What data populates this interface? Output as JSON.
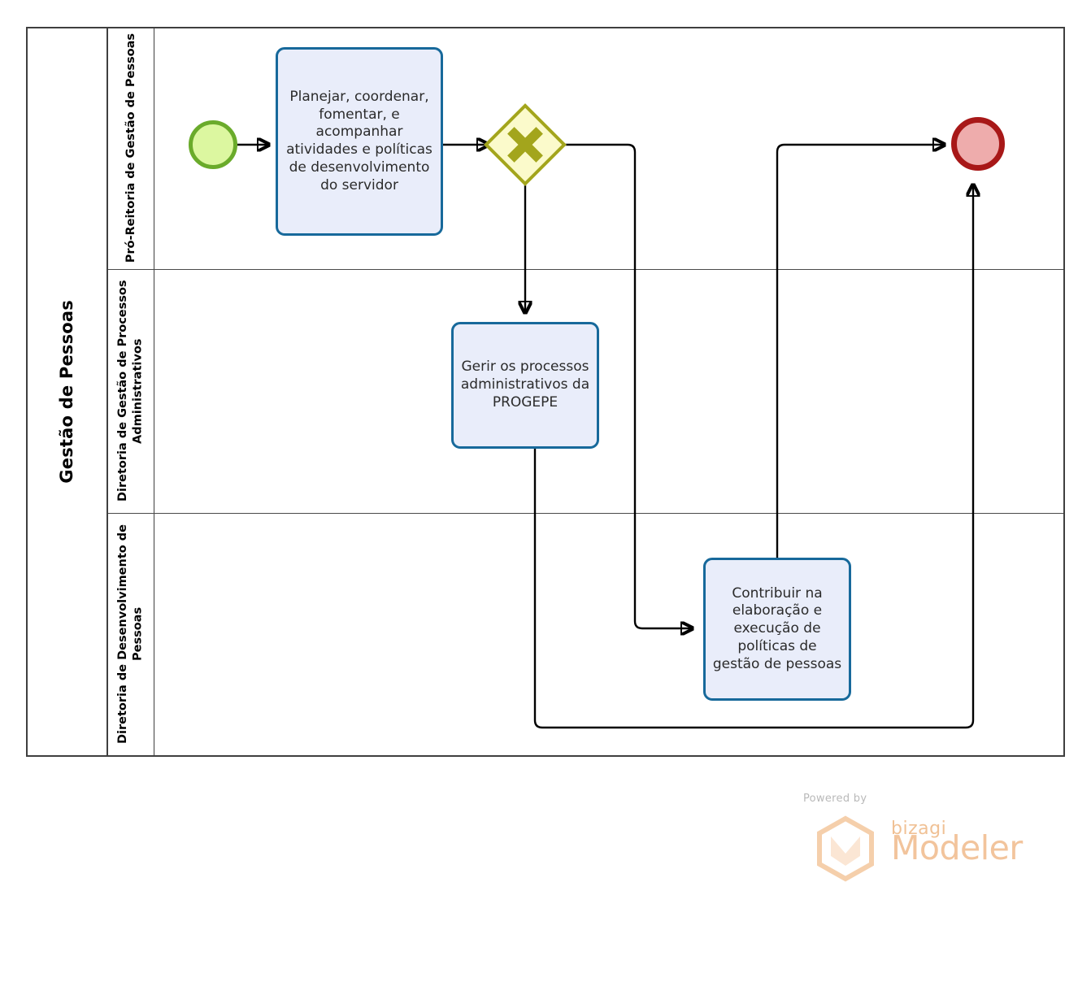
{
  "diagram": {
    "type": "bpmn-process",
    "pool": {
      "name": "Gestão de Pessoas"
    },
    "lanes": [
      {
        "id": "lane-1",
        "name": "Pró-Reitoria de Gestão de Pessoas"
      },
      {
        "id": "lane-2",
        "name": "Diretoria de Gestão de Processos Administrativos"
      },
      {
        "id": "lane-3",
        "name": "Diretoria de Desenvolvimento de Pessoas"
      }
    ],
    "nodes": [
      {
        "id": "start-event",
        "kind": "start-event",
        "lane": "lane-1",
        "label": ""
      },
      {
        "id": "task-planejar",
        "kind": "task",
        "lane": "lane-1",
        "label": "Planejar, coordenar, fomentar, e acompanhar atividades e políticas de desenvolvimento do servidor"
      },
      {
        "id": "gateway-parallel",
        "kind": "parallel-gateway",
        "lane": "lane-1",
        "label": ""
      },
      {
        "id": "task-gerir",
        "kind": "task",
        "lane": "lane-2",
        "label": "Gerir os processos administrativos da PROGEPE"
      },
      {
        "id": "task-contribuir",
        "kind": "task",
        "lane": "lane-3",
        "label": "Contribuir na elaboração e execução de políticas de gestão de pessoas"
      },
      {
        "id": "end-event",
        "kind": "end-event",
        "lane": "lane-1",
        "label": ""
      }
    ],
    "flows": [
      {
        "id": "flow-1",
        "from": "start-event",
        "to": "task-planejar",
        "label": ""
      },
      {
        "id": "flow-2",
        "from": "task-planejar",
        "to": "gateway-parallel",
        "label": ""
      },
      {
        "id": "flow-3",
        "from": "gateway-parallel",
        "to": "task-gerir",
        "label": ""
      },
      {
        "id": "flow-4",
        "from": "gateway-parallel",
        "to": "task-contribuir",
        "label": ""
      },
      {
        "id": "flow-5",
        "from": "task-contribuir",
        "to": "end-event",
        "label": ""
      },
      {
        "id": "flow-6",
        "from": "task-gerir",
        "to": "end-event",
        "label": ""
      }
    ],
    "colors": {
      "task_fill": "#e9edfa",
      "task_border": "#17699b",
      "start_fill": "#dcf7a0",
      "start_border": "#6aab2b",
      "end_fill": "#eeacac",
      "end_border": "#a81818",
      "gateway_fill": "#fbfacb",
      "gateway_border": "#a3a51c",
      "pool_border": "#3f3f3f",
      "flow_line": "#000000",
      "watermark": "#f2c49c"
    }
  },
  "watermark": {
    "powered_by": "Powered by",
    "brand": "bizagi",
    "product": "Modeler"
  }
}
